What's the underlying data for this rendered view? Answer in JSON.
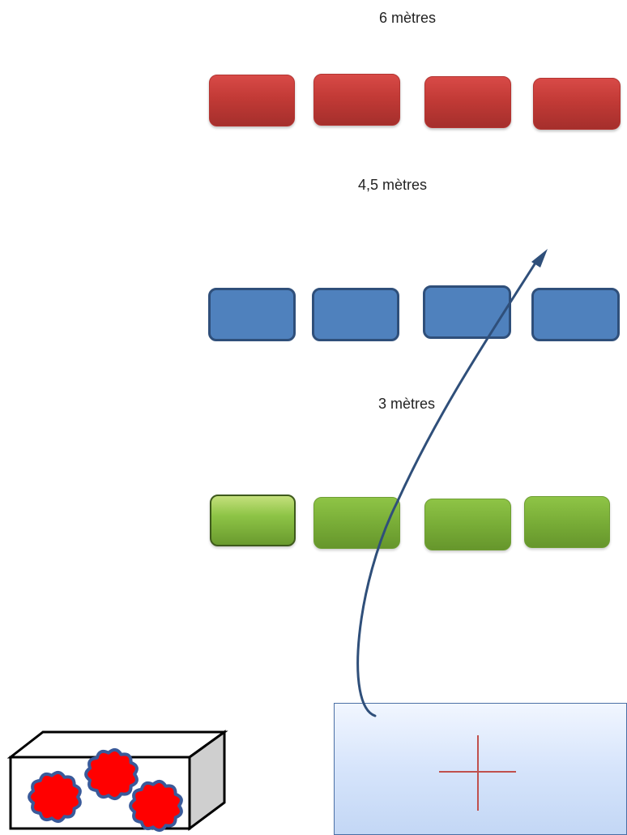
{
  "distances": {
    "label_6m": "6 mètres",
    "label_4_5m": "4,5 mètres",
    "label_3m": "3 mètres"
  },
  "rows": {
    "red": {
      "color": "#c23a36",
      "count": 4
    },
    "blue": {
      "color": "#4f81bd",
      "count": 4
    },
    "green": {
      "color": "#77ab36",
      "count": 4
    }
  },
  "colors": {
    "arrow": "#2f4f7a",
    "crosshair": "#c0504d",
    "ball": "#ff0000",
    "ball_outline": "#3a5a9a",
    "panel": "#d6e4fb"
  },
  "icons": {
    "box": "ball-box-icon",
    "balls": "ball-icon",
    "crosshair": "crosshair-icon",
    "arrow": "throw-arrow-icon"
  }
}
